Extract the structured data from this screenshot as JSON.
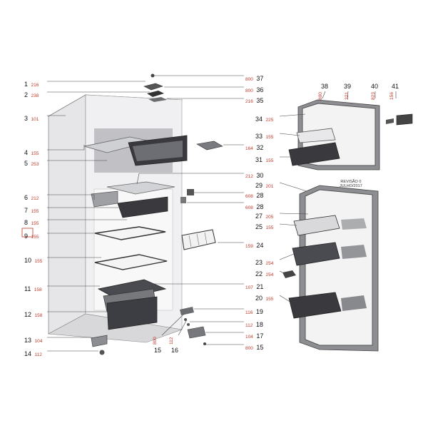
{
  "diagram": {
    "left_callouts": [
      {
        "number": "1",
        "code": "216"
      },
      {
        "number": "2",
        "code": "238"
      },
      {
        "number": "3",
        "code": "101"
      },
      {
        "number": "4",
        "code": "155"
      },
      {
        "number": "5",
        "code": "253"
      },
      {
        "number": "6",
        "code": "212"
      },
      {
        "number": "7",
        "code": "155"
      },
      {
        "number": "8",
        "code": "155"
      },
      {
        "number": "9",
        "code": "155"
      },
      {
        "number": "10",
        "code": "155"
      },
      {
        "number": "11",
        "code": "158"
      },
      {
        "number": "12",
        "code": "158"
      },
      {
        "number": "13",
        "code": "104"
      },
      {
        "number": "14",
        "code": "112"
      }
    ],
    "right_callouts": [
      {
        "code": "800",
        "number": "37"
      },
      {
        "code": "800",
        "number": "36"
      },
      {
        "code": "216",
        "number": "35"
      },
      {
        "code": "225",
        "number": "34"
      },
      {
        "code": "155",
        "number": "33"
      },
      {
        "code": "164",
        "number": "32"
      },
      {
        "code": "155",
        "number": "31"
      },
      {
        "code": "212",
        "number": "30"
      },
      {
        "code": "201",
        "number": "29"
      },
      {
        "code": "608",
        "number": "28"
      },
      {
        "code": "608",
        "number": "28"
      },
      {
        "code": "205",
        "number": "27"
      },
      {
        "code": "155",
        "number": "25"
      },
      {
        "code": "159",
        "number": "24"
      },
      {
        "code": "254",
        "number": "23"
      },
      {
        "code": "254",
        "number": "22"
      },
      {
        "code": "107",
        "number": "21"
      },
      {
        "code": "155",
        "number": "20"
      },
      {
        "code": "116",
        "number": "19"
      },
      {
        "code": "112",
        "number": "18"
      },
      {
        "code": "104",
        "number": "17"
      },
      {
        "code": "800",
        "number": "15"
      }
    ],
    "top_callouts": [
      {
        "number": "38",
        "code": "800"
      },
      {
        "number": "39",
        "code": "221"
      },
      {
        "number": "40",
        "code": "823"
      },
      {
        "number": "41",
        "code": "156"
      }
    ],
    "bottom_callouts": [
      {
        "number": "15",
        "code": "800"
      },
      {
        "number": "16",
        "code": "112"
      }
    ],
    "revision_note": [
      "REVISÃO 0",
      "JULHO/2017"
    ],
    "highlighted_number": "9",
    "colors": {
      "line": "#444444",
      "code": "#c0392b",
      "cabinet": "#e4e4e6",
      "dark_part": "#3a3a3e",
      "mid_part": "#8d8e92"
    }
  }
}
